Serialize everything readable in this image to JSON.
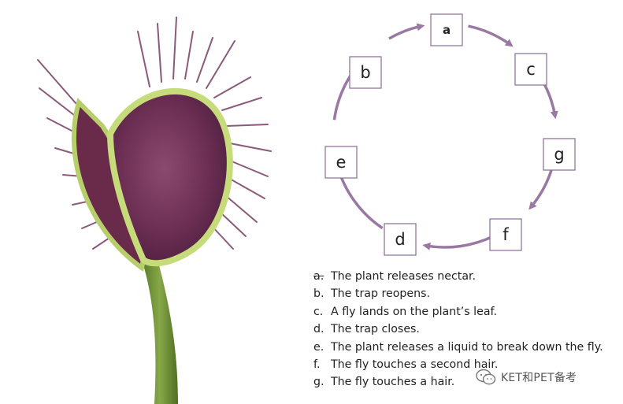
{
  "diagram": {
    "nodes": [
      {
        "id": "a",
        "label": "a",
        "bold": true
      },
      {
        "id": "c",
        "label": "c"
      },
      {
        "id": "g",
        "label": "g"
      },
      {
        "id": "f",
        "label": "f"
      },
      {
        "id": "d",
        "label": "d"
      },
      {
        "id": "e",
        "label": "e"
      },
      {
        "id": "b",
        "label": "b"
      }
    ],
    "edge_color": "#9a78a4"
  },
  "steps": [
    {
      "letter": "a.",
      "text": "The plant releases nectar.",
      "struck": true
    },
    {
      "letter": "b.",
      "text": "The trap reopens."
    },
    {
      "letter": "c.",
      "text": "A fly lands on the plant’s leaf."
    },
    {
      "letter": "d.",
      "text": "The trap closes."
    },
    {
      "letter": "e.",
      "text": "The plant releases a liquid to break down the fly."
    },
    {
      "letter": "f.",
      "text": "The fly touches a second hair."
    },
    {
      "letter": "g.",
      "text": "The fly touches a hair."
    }
  ],
  "watermark": {
    "text": "KET和PET备考",
    "icon": "wechat-icon"
  }
}
